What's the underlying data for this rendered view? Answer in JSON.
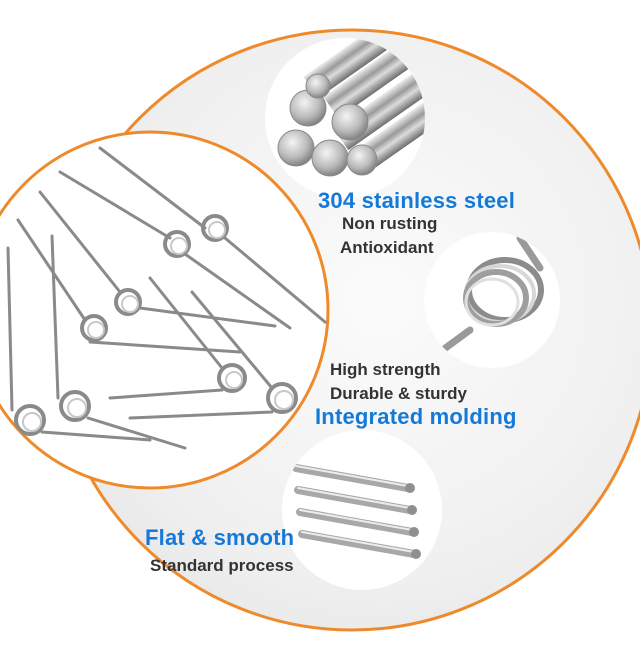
{
  "features": [
    {
      "title": "304 stainless steel",
      "lines": [
        "Non rusting",
        "Antioxidant"
      ]
    },
    {
      "lines": [
        "High strength",
        "Durable & sturdy"
      ],
      "title": "Integrated molding"
    },
    {
      "title": "Flat & smooth",
      "lines": [
        "Standard process"
      ]
    }
  ],
  "colors": {
    "ring": "#ef8a2c",
    "accent_text": "#1479d8",
    "body_text": "#333333",
    "background_disc": "#f2f2f2"
  },
  "icons": [
    "steel-rods-bundle-image",
    "torsion-coil-spring-image",
    "steel-wire-rods-image",
    "torsion-springs-product-image"
  ]
}
